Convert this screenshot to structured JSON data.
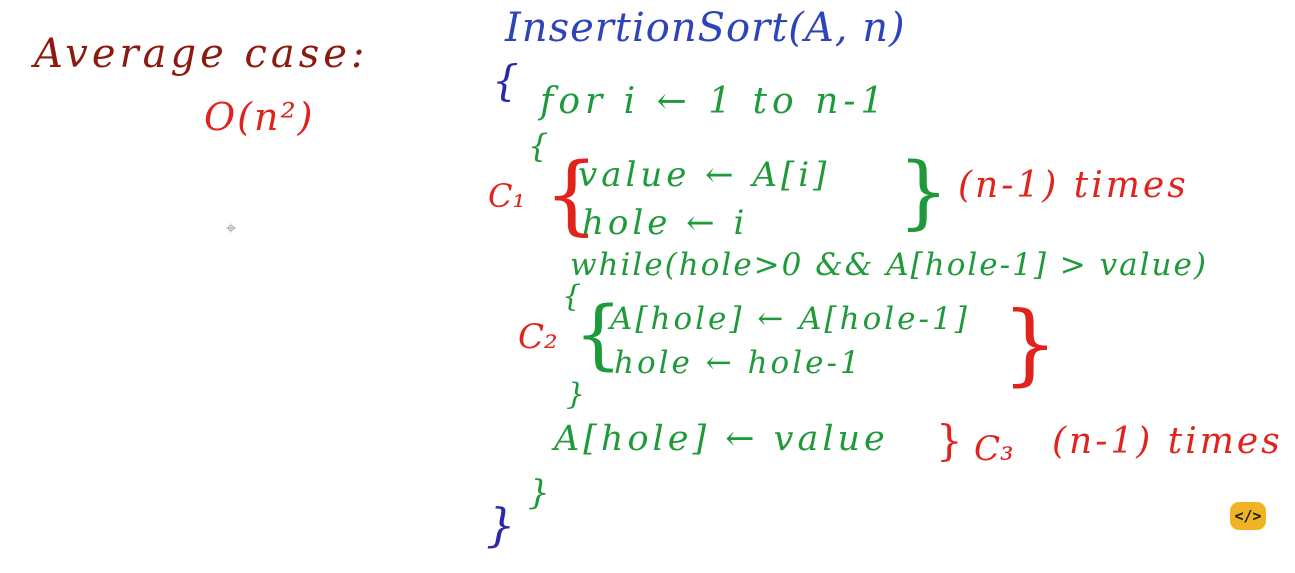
{
  "left_panel": {
    "average_case_label": "Average case:",
    "complexity": "O(n²)"
  },
  "code": {
    "title": "InsertionSort(A, n)",
    "open_fn": "{",
    "for_line": "for i ← 1 to n-1",
    "open_for": "{",
    "c1_label": "C₁",
    "value_assign": "value ← A[i]",
    "hole_assign": "hole ← i",
    "c1_close": "}",
    "c1_times": "(n-1) times",
    "while_line": "while(hole>0 && A[hole-1] > value)",
    "open_while": "{",
    "c2_label": "C₂",
    "shift_line": "A[hole] ← A[hole-1]",
    "decrement_line": "hole ← hole-1",
    "c2_close": "}",
    "close_while": "}",
    "assign_line": "A[hole] ← value",
    "c3_close": "}",
    "c3_label": "C₃",
    "c3_times": "(n-1) times",
    "close_for": "}",
    "close_fn": "}"
  },
  "badge": {
    "icon": "code-icon",
    "glyph": "</>",
    "color": "#f0b323"
  },
  "colors": {
    "average_text": "#8b1a10",
    "annotation_red": "#e0231c",
    "title_blue": "#2e44b8",
    "code_green": "#1f9a3a"
  }
}
